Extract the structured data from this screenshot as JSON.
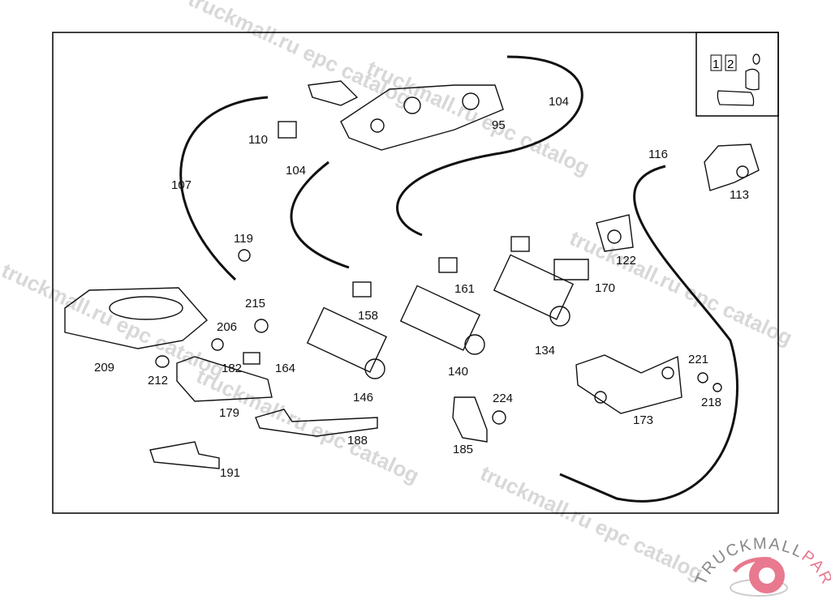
{
  "diagram": {
    "labels": [
      {
        "id": "104",
        "text": "104"
      },
      {
        "id": "95",
        "text": "95"
      },
      {
        "id": "110",
        "text": "110"
      },
      {
        "id": "107",
        "text": "107"
      },
      {
        "id": "104b",
        "text": "104"
      },
      {
        "id": "116",
        "text": "116"
      },
      {
        "id": "113",
        "text": "113"
      },
      {
        "id": "119",
        "text": "119"
      },
      {
        "id": "122",
        "text": "122"
      },
      {
        "id": "161",
        "text": "161"
      },
      {
        "id": "170",
        "text": "170"
      },
      {
        "id": "215",
        "text": "215"
      },
      {
        "id": "158",
        "text": "158"
      },
      {
        "id": "206",
        "text": "206"
      },
      {
        "id": "134",
        "text": "134"
      },
      {
        "id": "209",
        "text": "209"
      },
      {
        "id": "182",
        "text": "182"
      },
      {
        "id": "164",
        "text": "164"
      },
      {
        "id": "221",
        "text": "221"
      },
      {
        "id": "212",
        "text": "212"
      },
      {
        "id": "140",
        "text": "140"
      },
      {
        "id": "146",
        "text": "146"
      },
      {
        "id": "224",
        "text": "224"
      },
      {
        "id": "218",
        "text": "218"
      },
      {
        "id": "173",
        "text": "173"
      },
      {
        "id": "179",
        "text": "179"
      },
      {
        "id": "188",
        "text": "188"
      },
      {
        "id": "185",
        "text": "185"
      },
      {
        "id": "191",
        "text": "191"
      }
    ],
    "inset": {
      "box1": "1",
      "box2": "2",
      "icon": "seat-icon"
    },
    "watermark": "truckmall.ru epc catalog",
    "logo": {
      "text1": "TRUCKMALL",
      "text2": "PARTS",
      "color_text": "#888888",
      "color_accent": "#e8798f"
    }
  }
}
